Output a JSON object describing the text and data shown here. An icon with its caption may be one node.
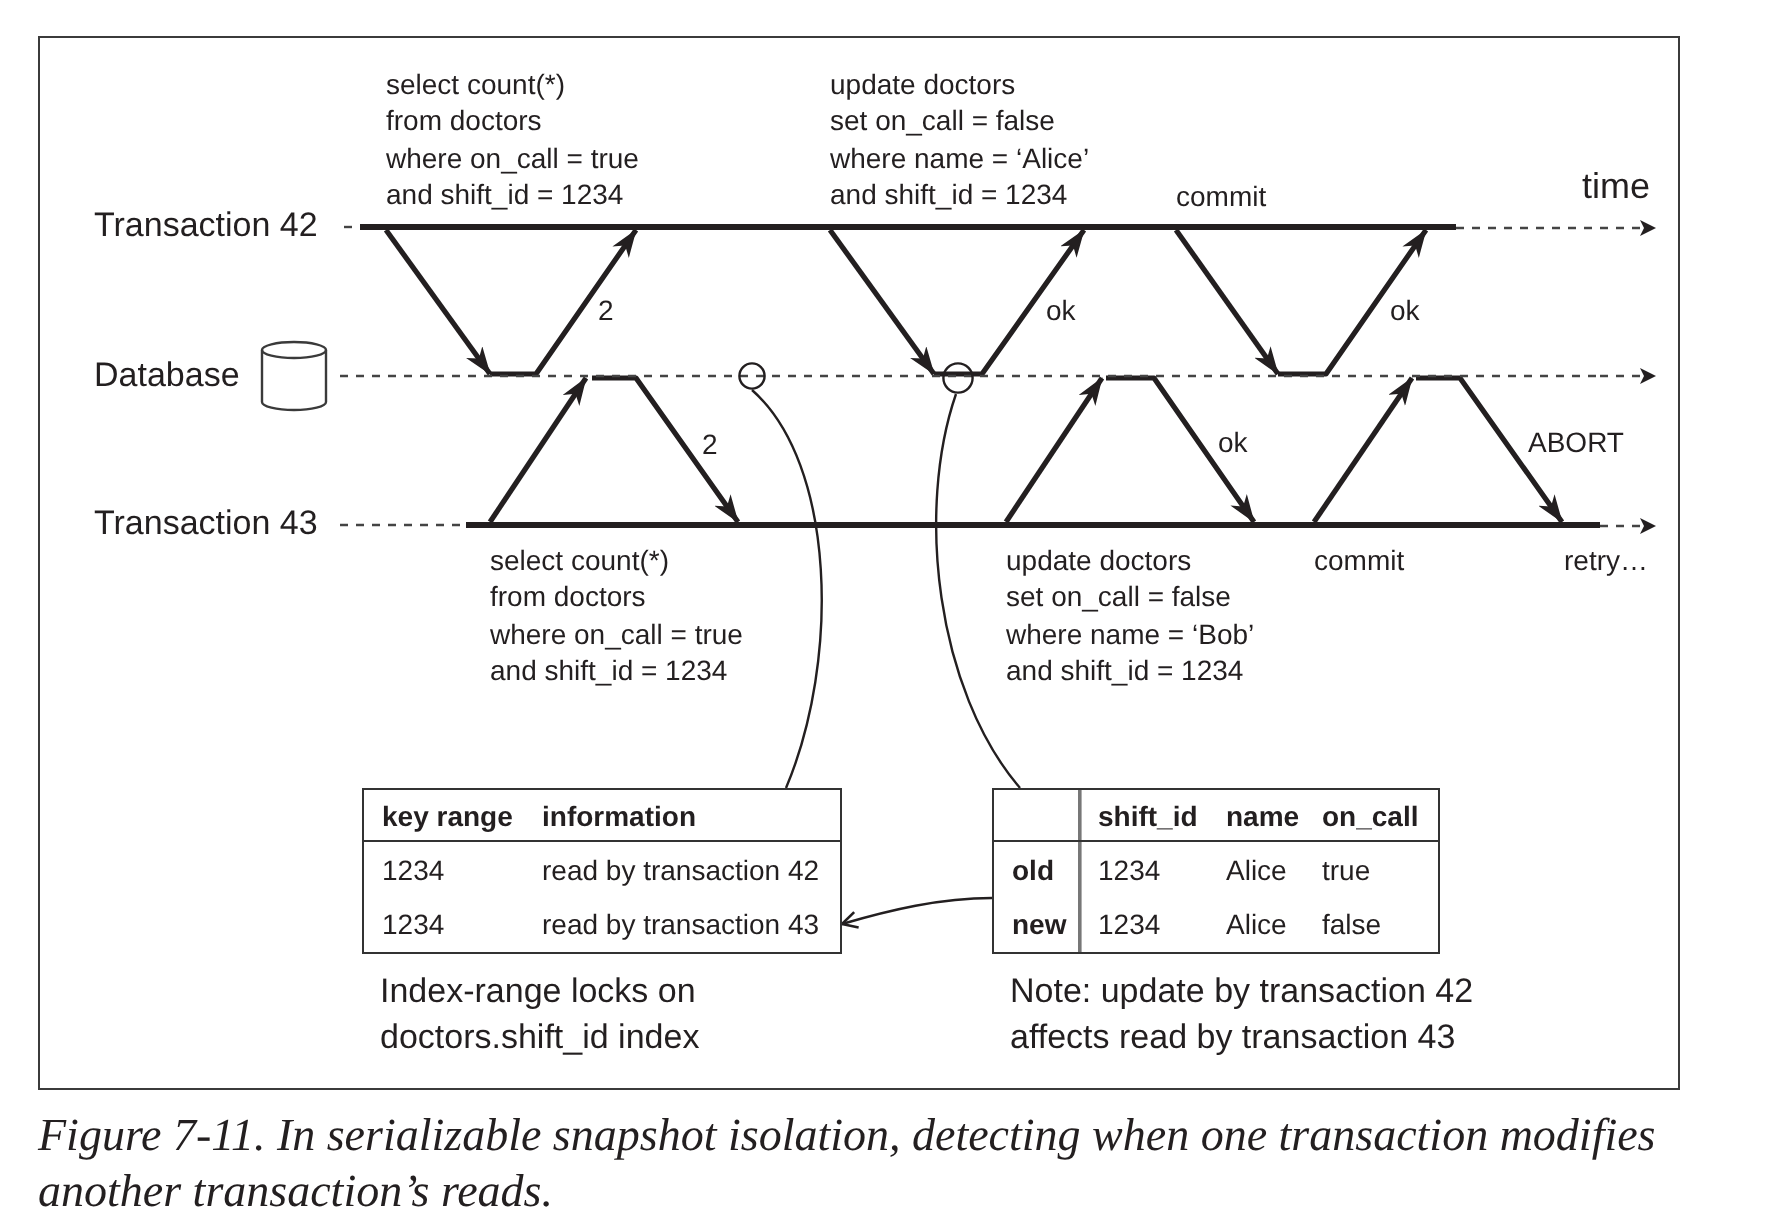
{
  "diagram": {
    "caption": "Figure 7-11. In serializable snapshot isolation, detecting when one transaction modifies another transaction’s reads.",
    "nodes": [
      {
        "text": [],
        "shape": "line",
        "beside": [
          "Transaction 42"
        ]
      },
      {
        "text": [],
        "shape": "line",
        "beside": [
          "Database"
        ]
      },
      {
        "text": [],
        "shape": "circle"
      },
      {
        "text": [],
        "shape": "circle"
      },
      {
        "text": [],
        "shape": "line",
        "beside": [
          "Transaction 43"
        ]
      },
      {
        "text": [
          "key range",
          "information",
          "1234",
          "read by transaction 42",
          "1234",
          "read by transaction 43"
        ],
        "beside": [
          "Index-range locks on doctors.shift_id index"
        ]
      },
      {
        "text": [
          "shift_id",
          "name",
          "on_call",
          "old",
          "1234",
          "Alice",
          "true",
          "new",
          "1234",
          "Alice",
          "false"
        ],
        "beside": [
          "Note: update by transaction 42 affects read by transaction 43"
        ]
      }
    ],
    "edges": [
      {
        "from": 0,
        "to": 1,
        "arrow": "to",
        "label": "select count(*) from doctors where on_call = true and shift_id = 1234"
      },
      {
        "from": 1,
        "to": 0,
        "arrow": "to",
        "label": "2"
      },
      {
        "from": 4,
        "to": 1,
        "arrow": "to",
        "label": "select count(*) from doctors where on_call = true and shift_id = 1234"
      },
      {
        "from": 1,
        "to": 4,
        "arrow": "to",
        "label": "2"
      },
      {
        "from": 0,
        "to": 1,
        "arrow": "to",
        "label": "update doctors set on_call = false where name = ‘Alice’ and shift_id = 1234"
      },
      {
        "from": 1,
        "to": 0,
        "arrow": "to",
        "label": "ok"
      },
      {
        "from": 4,
        "to": 1,
        "arrow": "to",
        "label": "update doctors set on_call = false where name = ‘Bob’ and shift_id = 1234"
      },
      {
        "from": 1,
        "to": 4,
        "arrow": "to",
        "label": "ok"
      },
      {
        "from": 0,
        "to": 1,
        "arrow": "to",
        "label": "commit"
      },
      {
        "from": 1,
        "to": 0,
        "arrow": "to",
        "label": "ok"
      },
      {
        "from": 4,
        "to": 1,
        "arrow": "to",
        "label": "commit"
      },
      {
        "from": 1,
        "to": 4,
        "arrow": "to",
        "label": "ABORT"
      },
      {
        "from": 2,
        "to": 5,
        "arrow": "none"
      },
      {
        "from": 3,
        "to": 6,
        "arrow": "none"
      },
      {
        "from": 6,
        "to": 5,
        "arrow": "to"
      }
    ],
    "labels": [
      "time",
      "retry…"
    ]
  }
}
